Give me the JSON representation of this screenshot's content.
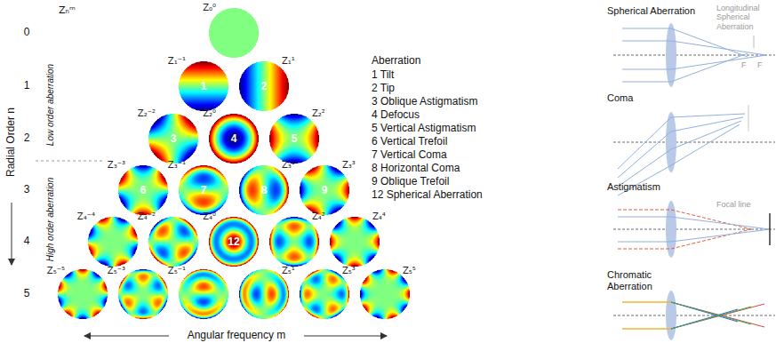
{
  "diagram": {
    "nodes": [
      {
        "text": [
          "Z₀⁰"
        ]
      },
      {
        "text": [
          "Z₁⁻¹",
          "1"
        ]
      },
      {
        "text": [
          "Z₁¹",
          "2"
        ]
      },
      {
        "text": [
          "Z₂⁻²",
          "3"
        ]
      },
      {
        "text": [
          "Z₂⁰",
          "4"
        ]
      },
      {
        "text": [
          "Z₂²",
          "5"
        ]
      },
      {
        "text": [
          "Z₃⁻³",
          "6"
        ]
      },
      {
        "text": [
          "Z₃⁻¹",
          "7"
        ]
      },
      {
        "text": [
          "Z₃¹",
          "8"
        ]
      },
      {
        "text": [
          "Z₃³",
          "9"
        ]
      },
      {
        "text": [
          "Z₄⁻⁴"
        ]
      },
      {
        "text": [
          "Z₄⁻²"
        ]
      },
      {
        "text": [
          "Z₄⁰",
          "12"
        ]
      },
      {
        "text": [
          "Z₄²"
        ]
      },
      {
        "text": [
          "Z₄⁴"
        ]
      },
      {
        "text": [
          "Z₅⁻⁵"
        ]
      },
      {
        "text": [
          "Z₅⁻³"
        ]
      },
      {
        "text": [
          "Z₅⁻¹"
        ]
      },
      {
        "text": [
          "Z₅¹"
        ]
      },
      {
        "text": [
          "Z₅³"
        ]
      },
      {
        "text": [
          "Z₅⁵"
        ]
      }
    ],
    "labels": [
      "Zₙᵐ",
      "Radial Order n",
      "Low order aberration",
      "High order aberration",
      "0",
      "1",
      "2",
      "3",
      "4",
      "5",
      "Angular frequency m",
      "Aberration",
      "1 Tilt",
      "2 Tip",
      "3 Oblique Astigmatism",
      "4 Defocus",
      "5 Vertical Astigmatism",
      "6 Vertical Trefoil",
      "7 Vertical Coma",
      "8 Horizontal Coma",
      "9 Oblique Trefoil",
      "12 Spherical Aberration",
      "Spherical Aberration",
      "Longitudinal Spherical Aberration",
      "F",
      "F",
      "Coma",
      "Astigmatism",
      "Focal line",
      "Chromatic Aberration"
    ]
  }
}
